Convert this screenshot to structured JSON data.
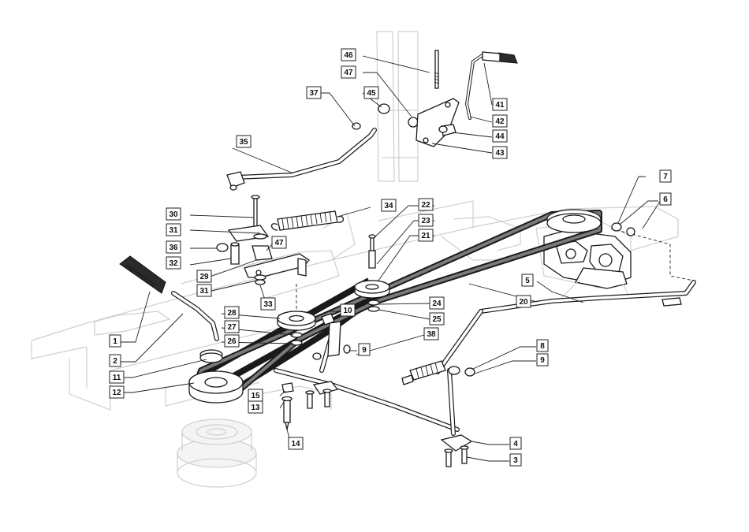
{
  "callouts": [
    {
      "id": "c1",
      "text": "1"
    },
    {
      "id": "c2",
      "text": "2"
    },
    {
      "id": "c3",
      "text": "3"
    },
    {
      "id": "c4",
      "text": "4"
    },
    {
      "id": "c5",
      "text": "5"
    },
    {
      "id": "c6",
      "text": "6"
    },
    {
      "id": "c7",
      "text": "7"
    },
    {
      "id": "c8",
      "text": "8"
    },
    {
      "id": "c9a",
      "text": "9"
    },
    {
      "id": "c9b",
      "text": "9"
    },
    {
      "id": "c10",
      "text": "10"
    },
    {
      "id": "c11",
      "text": "11"
    },
    {
      "id": "c12",
      "text": "12"
    },
    {
      "id": "c13",
      "text": "13"
    },
    {
      "id": "c14",
      "text": "14"
    },
    {
      "id": "c15",
      "text": "15"
    },
    {
      "id": "c20",
      "text": "20"
    },
    {
      "id": "c21",
      "text": "21"
    },
    {
      "id": "c22",
      "text": "22"
    },
    {
      "id": "c23",
      "text": "23"
    },
    {
      "id": "c24",
      "text": "24"
    },
    {
      "id": "c25",
      "text": "25"
    },
    {
      "id": "c26",
      "text": "26"
    },
    {
      "id": "c27",
      "text": "27"
    },
    {
      "id": "c28",
      "text": "28"
    },
    {
      "id": "c29",
      "text": "29"
    },
    {
      "id": "c30",
      "text": "30"
    },
    {
      "id": "c31a",
      "text": "31"
    },
    {
      "id": "c31b",
      "text": "31"
    },
    {
      "id": "c32",
      "text": "32"
    },
    {
      "id": "c33",
      "text": "33"
    },
    {
      "id": "c34",
      "text": "34"
    },
    {
      "id": "c35",
      "text": "35"
    },
    {
      "id": "c36",
      "text": "36"
    },
    {
      "id": "c37",
      "text": "37"
    },
    {
      "id": "c38",
      "text": "38"
    },
    {
      "id": "c41",
      "text": "41"
    },
    {
      "id": "c42",
      "text": "42"
    },
    {
      "id": "c43",
      "text": "43"
    },
    {
      "id": "c44",
      "text": "44"
    },
    {
      "id": "c45",
      "text": "45"
    },
    {
      "id": "c46",
      "text": "46"
    },
    {
      "id": "c47a",
      "text": "47"
    },
    {
      "id": "c47b",
      "text": "47"
    }
  ],
  "colors": {
    "line": "#1a1a1a",
    "ghost": "#cfcfcf",
    "belt": "#7a7a7a",
    "background": "#ffffff"
  }
}
